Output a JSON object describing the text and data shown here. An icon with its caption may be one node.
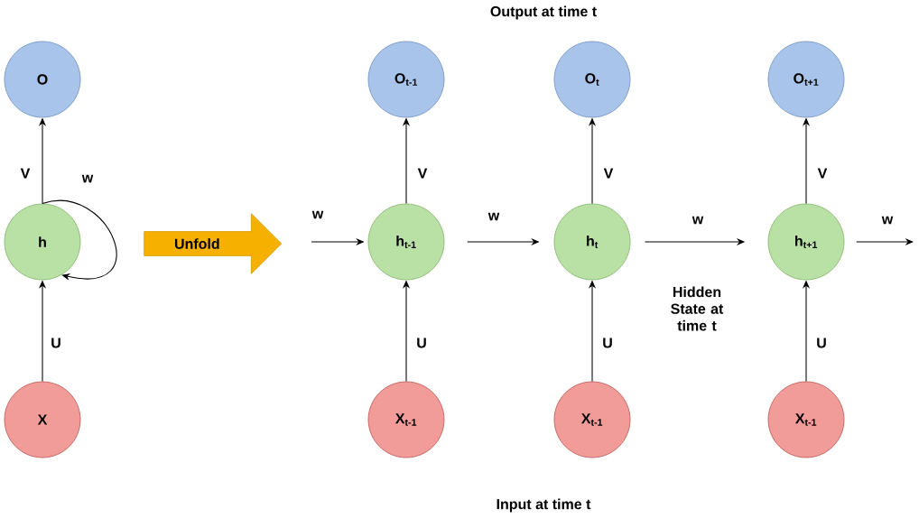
{
  "diagram": {
    "nodes": [
      {
        "text": [
          "O"
        ]
      },
      {
        "text": [
          "h"
        ]
      },
      {
        "text": [
          "X"
        ]
      },
      {
        "text": [
          "Unfold"
        ]
      },
      {
        "text": [
          "O$_{t-1}$"
        ]
      },
      {
        "text": [
          "O$_{t}$"
        ]
      },
      {
        "text": [
          "O$_{t+1}$"
        ]
      },
      {
        "text": [
          "h$_{t-1}$"
        ]
      },
      {
        "text": [
          "h$_{t}$"
        ]
      },
      {
        "text": [
          "h$_{t+1}$"
        ]
      },
      {
        "text": [
          "X$_{t-1}$"
        ]
      },
      {
        "text": [
          "X$_{t-1}$"
        ]
      },
      {
        "text": [
          "X$_{t-1}$"
        ]
      }
    ],
    "edges": [
      {
        "from": 1,
        "to": 0,
        "arrow": "to",
        "label": "V"
      },
      {
        "from": 2,
        "to": 1,
        "arrow": "to",
        "label": "U"
      },
      {
        "from": 1,
        "to": 1,
        "arrow": "to",
        "label": "w"
      },
      {
        "from": null,
        "to": 7,
        "arrow": "to",
        "label": "w"
      },
      {
        "from": 7,
        "to": 8,
        "arrow": "to",
        "label": "w"
      },
      {
        "from": 8,
        "to": 9,
        "arrow": "to",
        "label": "w"
      },
      {
        "from": 9,
        "to": null,
        "arrow": "to",
        "label": "w"
      },
      {
        "from": 7,
        "to": 4,
        "arrow": "to",
        "label": "V"
      },
      {
        "from": 8,
        "to": 5,
        "arrow": "to",
        "label": "V"
      },
      {
        "from": 9,
        "to": 6,
        "arrow": "to",
        "label": "V"
      },
      {
        "from": 10,
        "to": 7,
        "arrow": "to",
        "label": "U"
      },
      {
        "from": 11,
        "to": 8,
        "arrow": "to",
        "label": "U"
      },
      {
        "from": 12,
        "to": 9,
        "arrow": "to",
        "label": "U"
      }
    ],
    "labels": [
      "Output at time t",
      "Hidden State at time t",
      "Input at time t"
    ]
  }
}
